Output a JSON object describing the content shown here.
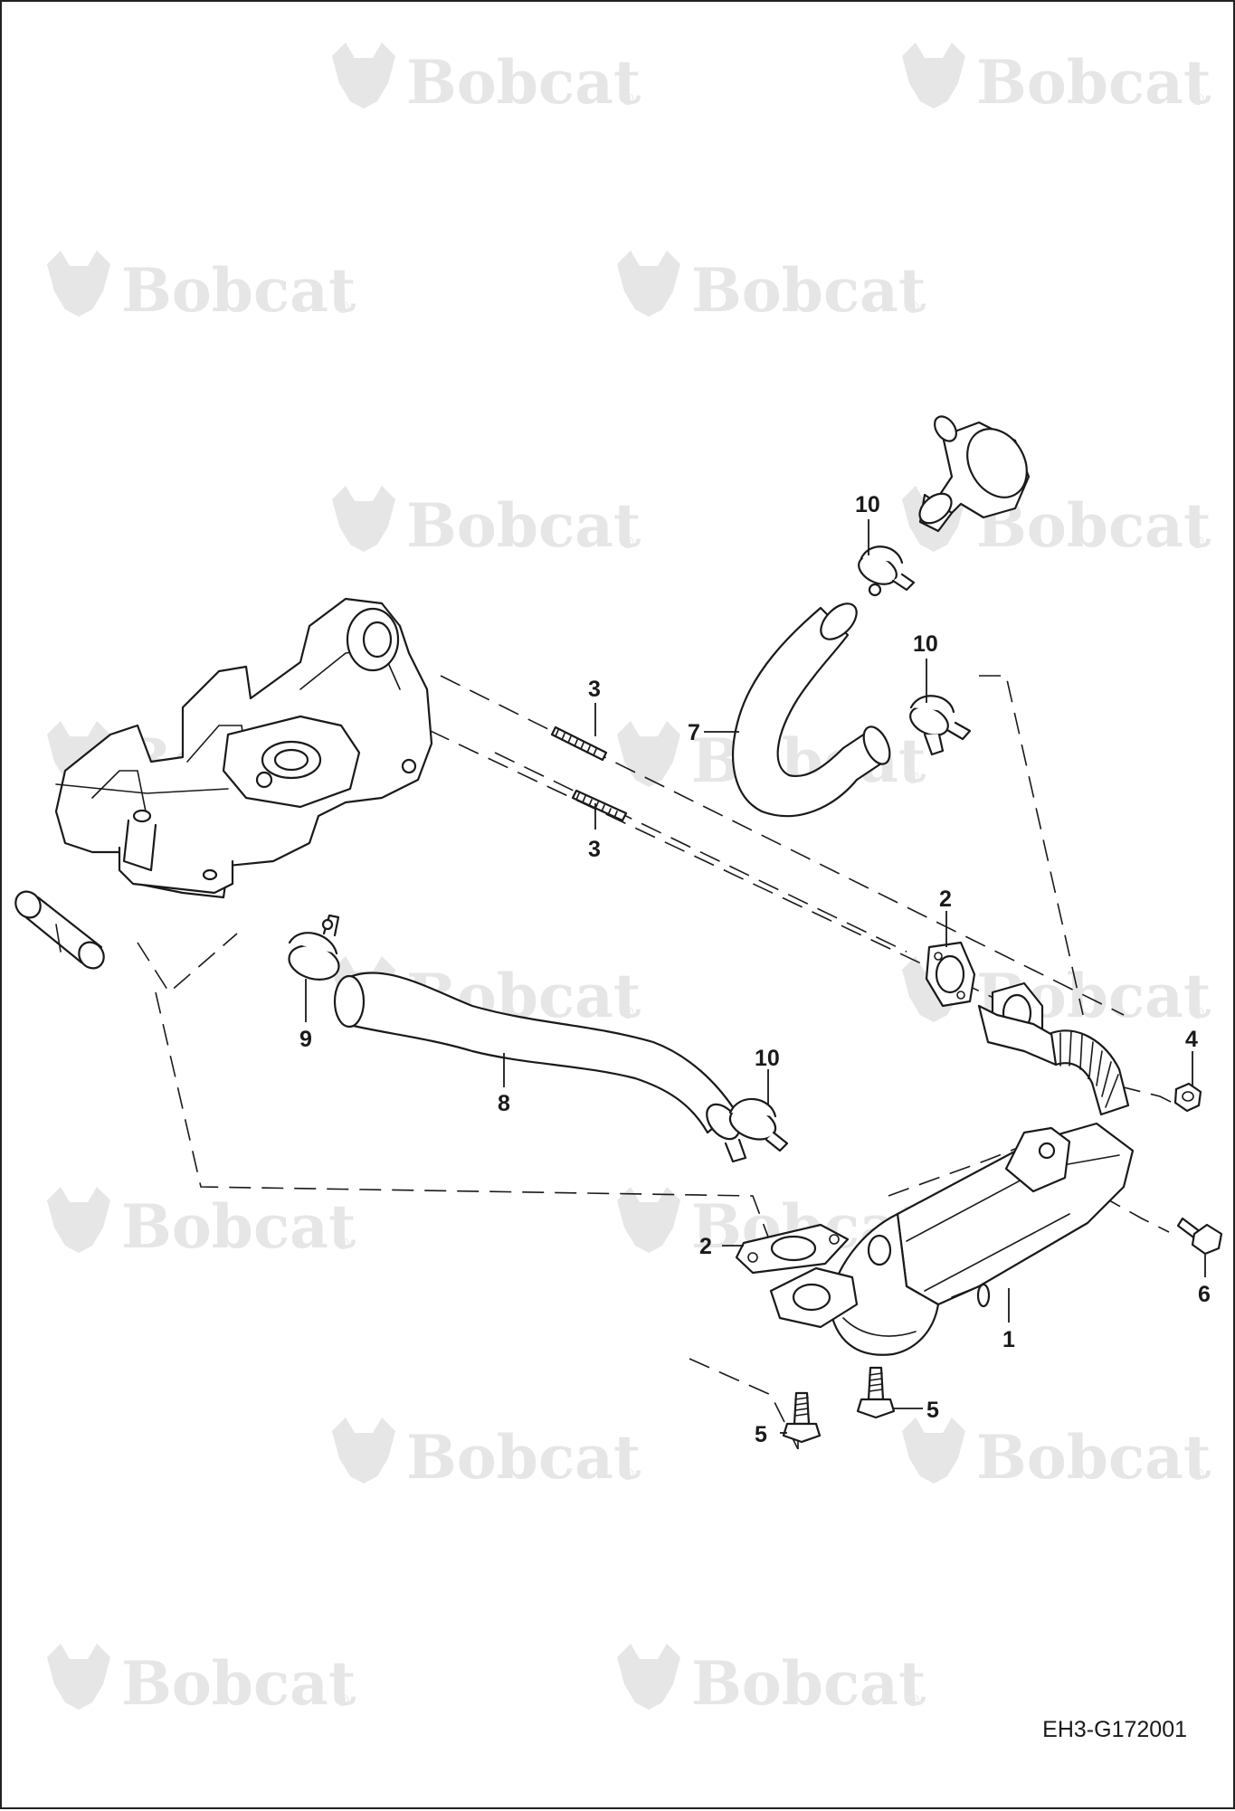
{
  "watermark": {
    "brand": "Bobcat",
    "reg_mark": "®"
  },
  "drawing_code": "EH3-G172001",
  "callouts": {
    "egr_cooler": "1",
    "gasket_upper": "2",
    "gasket_lower": "2",
    "stud_upper": "3",
    "stud_lower": "3",
    "nut": "4",
    "bolt_left": "5",
    "bolt_right": "5",
    "bolt_side": "6",
    "hose_upper": "7",
    "hose_lower": "8",
    "clamp_left": "9",
    "clamp_top": "10",
    "clamp_mid": "10",
    "clamp_lower": "10"
  }
}
